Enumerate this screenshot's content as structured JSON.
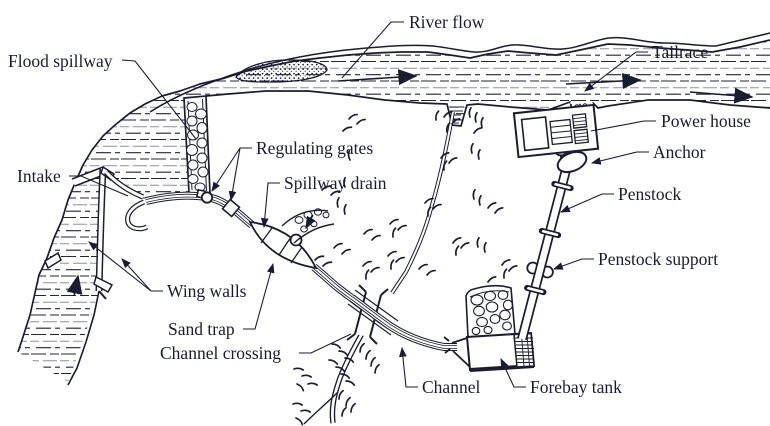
{
  "diagram": {
    "description": "Layout plan of a run-of-river micro hydropower scheme",
    "labels": {
      "river_flow": "River flow",
      "flood_spillway": "Flood spillway",
      "intake": "Intake",
      "wing_walls": "Wing walls",
      "regulating_gates": "Regulating gates",
      "spillway_drain": "Spillway drain",
      "sand_trap": "Sand trap",
      "channel_crossing": "Channel crossing",
      "channel": "Channel",
      "forebay_tank": "Forebay tank",
      "penstock_support": "Penstock support",
      "penstock": "Penstock",
      "anchor": "Anchor",
      "power_house": "Power house",
      "tailrace": "Tailrace"
    },
    "colors": {
      "ink": "#1c1c30",
      "label_text": "#1b1b33",
      "water_dash_dark": "#23233c",
      "water_dash_light": "#8e8ea0",
      "background": "#ffffff"
    }
  }
}
